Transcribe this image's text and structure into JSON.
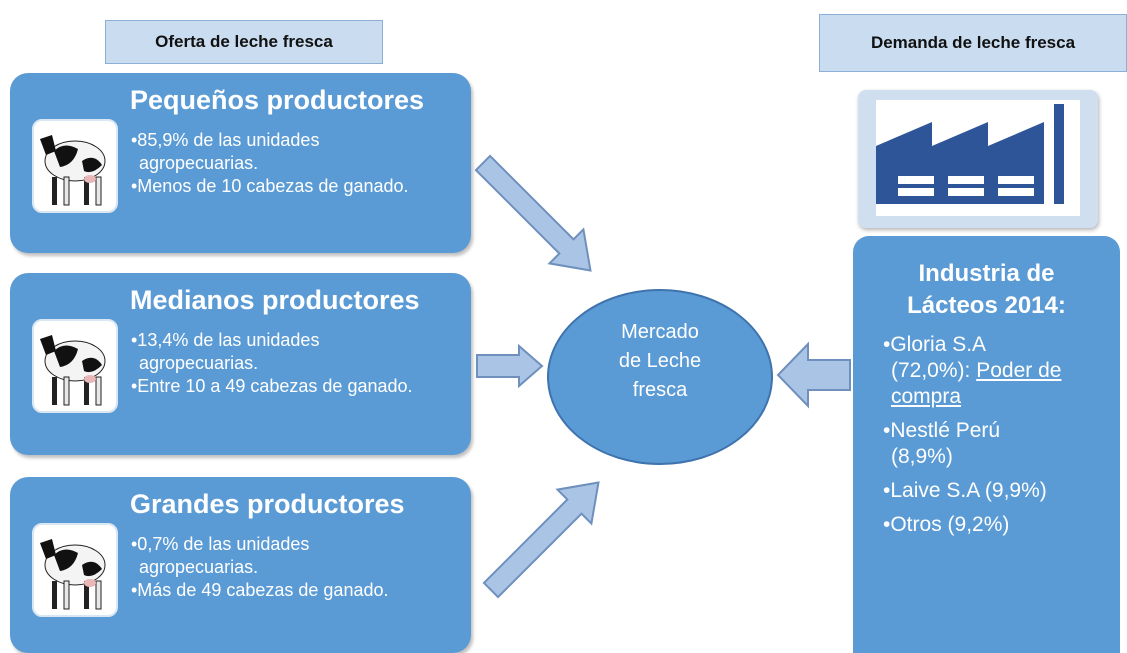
{
  "supply_label": "Oferta de leche fresca",
  "demand_label": "Demanda de leche fresca",
  "producers": [
    {
      "title": "Pequeños productores",
      "bullets": [
        "•85,9% de las unidades",
        "agropecuarias.",
        "•Menos de 10 cabezas de ganado."
      ]
    },
    {
      "title": "Medianos productores",
      "bullets": [
        "•13,4% de las unidades",
        "agropecuarias.",
        "•Entre 10 a 49 cabezas de ganado."
      ]
    },
    {
      "title": "Grandes productores",
      "bullets": [
        "•0,7% de las unidades",
        "agropecuarias.",
        "•Más de 49 cabezas de ganado."
      ]
    }
  ],
  "market": {
    "line1": "Mercado",
    "line2": "de Leche",
    "line3": "fresca"
  },
  "industry": {
    "title_line1": "Industria de",
    "title_line2": "Lácteos 2014:",
    "gloria_a": "•Gloria S.A",
    "gloria_b": "(72,0%):",
    "gloria_c": "Poder de",
    "gloria_d": "compra",
    "nestle_a": "•Nestlé Perú",
    "nestle_b": "(8,9%)",
    "laive": "•Laive S.A (9,9%)",
    "otros": "•Otros (9,2%)"
  },
  "icons": [
    "cow-icon",
    "factory-icon"
  ],
  "colors": {
    "box_blue": "#5b9bd5",
    "label_blue": "#c9dcf0",
    "arrow_fill": "#a9c4e4",
    "arrow_stroke": "#6f90bd",
    "factory_blue": "#2e5597"
  }
}
